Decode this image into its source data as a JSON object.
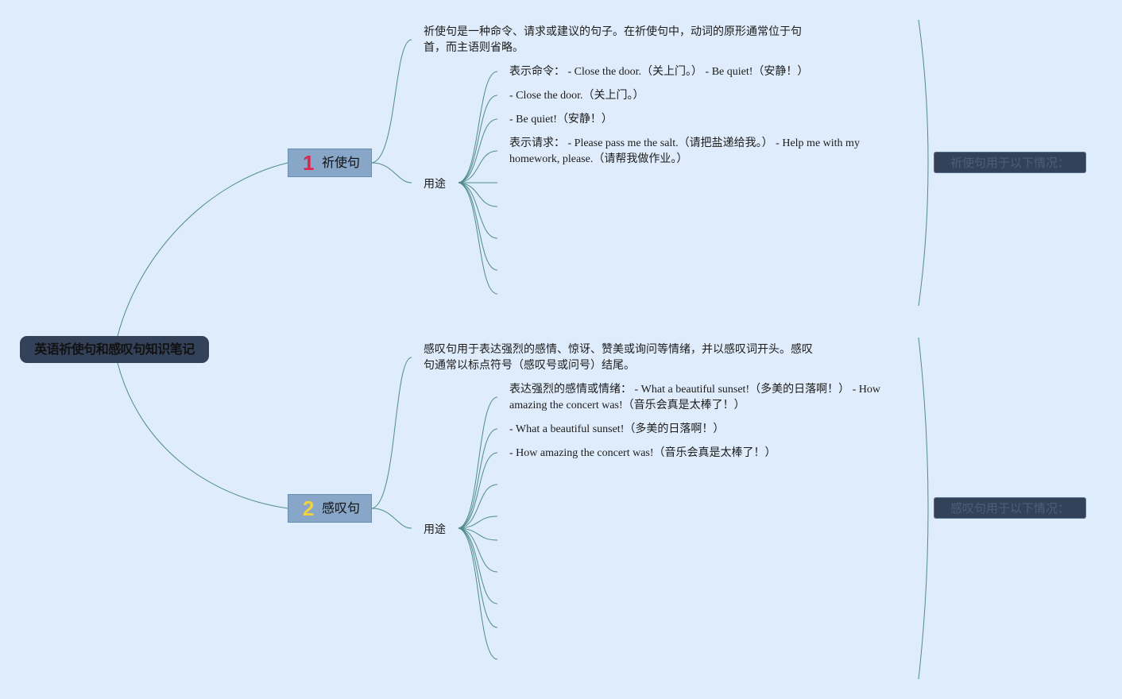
{
  "root": {
    "title": "英语祈使句和感叹句知识笔记"
  },
  "branches": [
    {
      "number": "1",
      "label": "祈使句",
      "definition": "祈使句是一种命令、请求或建议的句子。在祈使句中，动词的原形通常位于句首，而主语则省略。",
      "usage_label": "用途",
      "items": [
        "表示命令： - Close the door.（关上门。） - Be quiet!（安静！）",
        "- Close the door.（关上门。）",
        "- Be quiet!（安静！）",
        "表示请求： - Please pass me the salt.（请把盐递给我。） - Help me with my homework, please.（请帮我做作业。）"
      ],
      "summary": "祈使句用于以下情况："
    },
    {
      "number": "2",
      "label": "感叹句",
      "definition": "感叹句用于表达强烈的感情、惊讶、赞美或询问等情绪，并以感叹词开头。感叹句通常以标点符号（感叹号或问号）结尾。",
      "usage_label": "用途",
      "items": [
        "表达强烈的感情或情绪： - What a beautiful sunset!（多美的日落啊！） - How amazing the concert was!（音乐会真是太棒了！）",
        "- What a beautiful sunset!（多美的日落啊！）",
        "- How amazing the concert was!（音乐会真是太棒了！）"
      ],
      "summary": "感叹句用于以下情况："
    }
  ],
  "colors": {
    "background": "#dfecfb",
    "connector": "#4f8c8a",
    "root_fill": "#344259",
    "branch_fill": "#87a6c8",
    "num1": "#e0244c",
    "num2": "#f3d23b"
  }
}
